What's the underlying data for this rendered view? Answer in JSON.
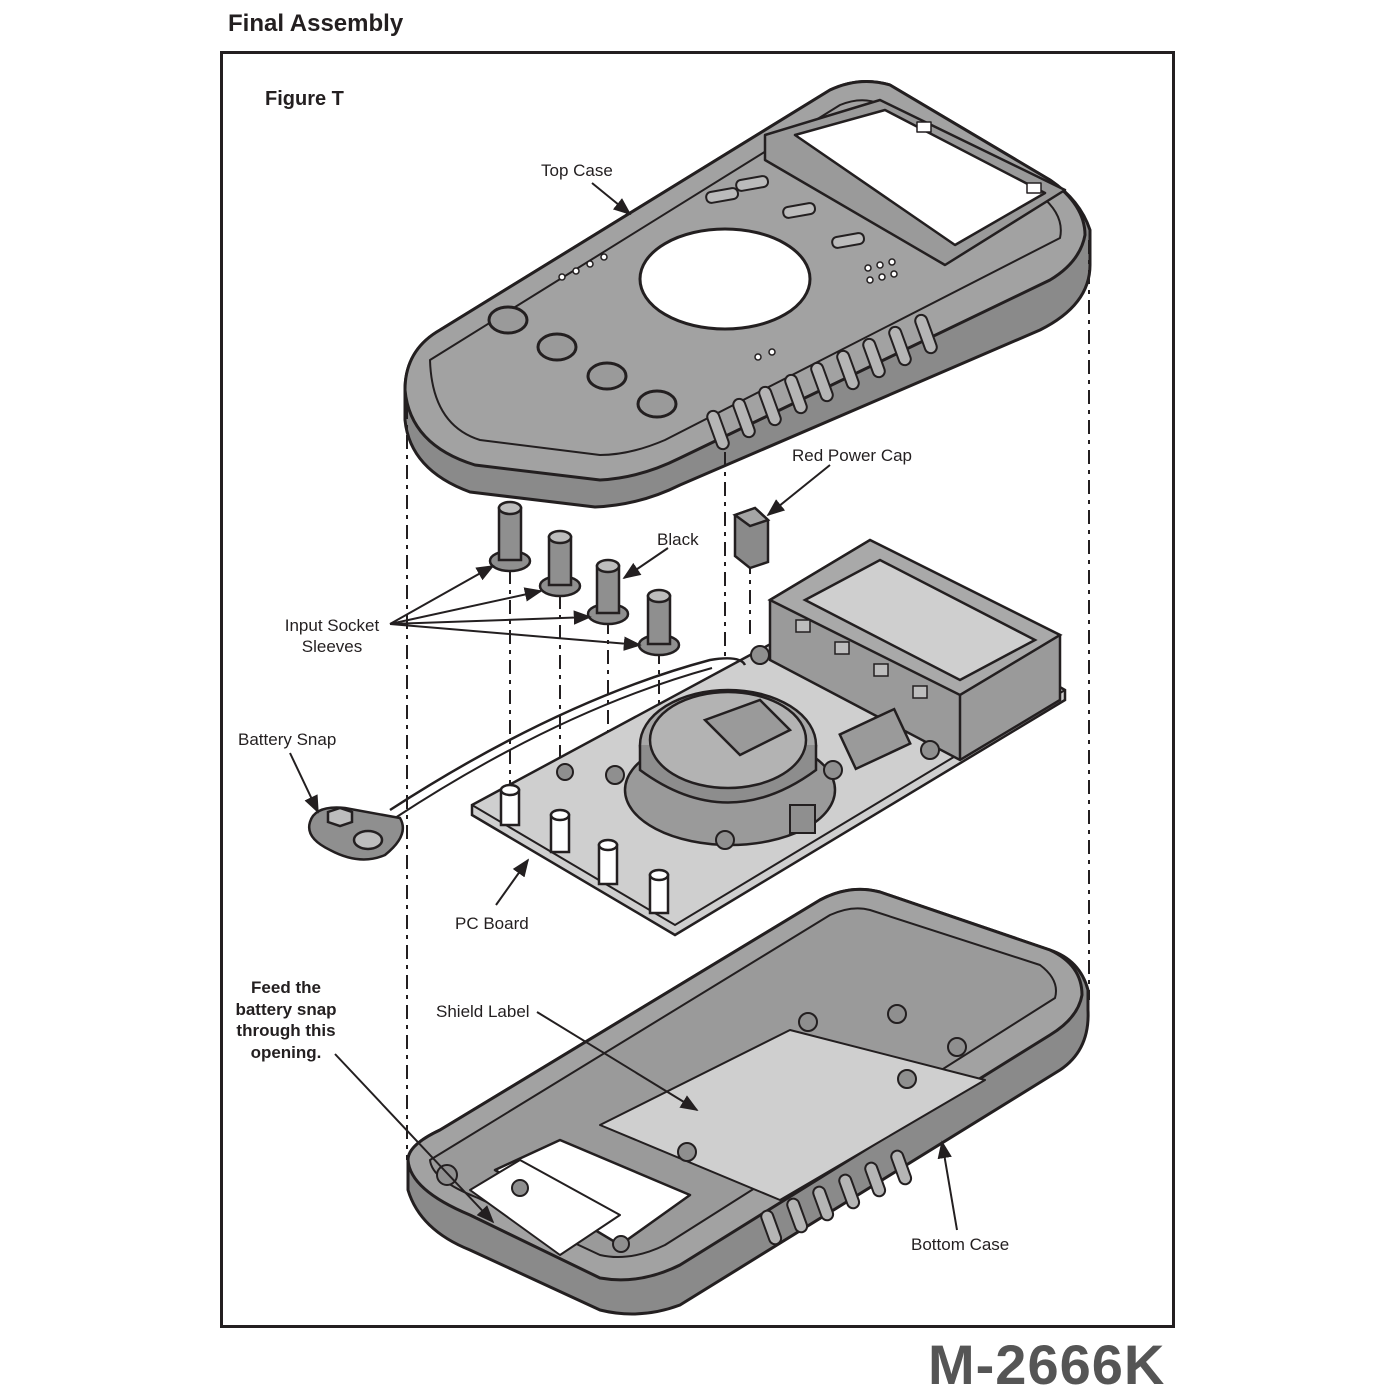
{
  "header": {
    "title": "Final Assembly",
    "figure": "Figure T"
  },
  "footer": {
    "model": "M-2666K"
  },
  "labels": {
    "top_case": "Top Case",
    "red_power_cap": "Red Power Cap",
    "black": "Black",
    "input_socket_line1": "Input Socket",
    "input_socket_line2": "Sleeves",
    "battery_snap": "Battery Snap",
    "pc_board": "PC Board",
    "shield_label": "Shield Label",
    "bottom_case": "Bottom Case",
    "feed_line1": "Feed the",
    "feed_line2": "battery snap",
    "feed_line3": "through this",
    "feed_line4": "opening."
  },
  "colors": {
    "outline": "#231f20",
    "case_fill": "#9a9a9a",
    "case_dark": "#7d7d7d",
    "light_fill": "#cccccc",
    "white": "#ffffff"
  }
}
